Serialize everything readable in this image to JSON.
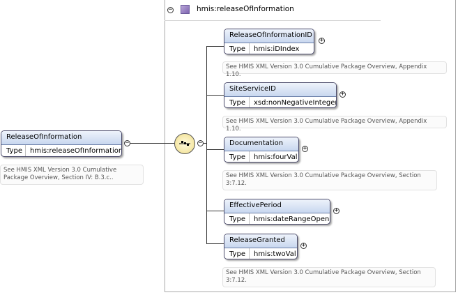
{
  "complex_type": {
    "name": "hmis:releaseOfInformation",
    "icon": "complex-type-icon"
  },
  "root": {
    "name": "ReleaseOfInformation",
    "type_label": "Type",
    "type_value": "hmis:releaseOfInformation",
    "annotation": "See HMIS XML Version 3.0 Cumulative Package Overview, Section IV: B.3.c.."
  },
  "compositor": {
    "icon": "sequence-icon"
  },
  "children": [
    {
      "name": "ReleaseOfInformationID",
      "type_label": "Type",
      "type_value": "hmis:iDIndex",
      "annotation": "See HMIS XML Version 3.0 Cumulative Package Overview, Appendix 1.10."
    },
    {
      "name": "SiteServiceID",
      "type_label": "Type",
      "type_value": "xsd:nonNegativeInteger",
      "annotation": "See HMIS XML Version 3.0 Cumulative Package Overview, Appendix 1.10."
    },
    {
      "name": "Documentation",
      "type_label": "Type",
      "type_value": "hmis:fourVal",
      "annotation": "See HMIS XML Version 3.0 Cumulative Package Overview, Section 3:7.12."
    },
    {
      "name": "EffectivePeriod",
      "type_label": "Type",
      "type_value": "hmis:dateRangeOpen",
      "annotation": ""
    },
    {
      "name": "ReleaseGranted",
      "type_label": "Type",
      "type_value": "hmis:twoVal",
      "annotation": "See HMIS XML Version 3.0 Cumulative Package Overview, Section 3:7.12."
    }
  ],
  "toggles": {
    "collapse": "−",
    "expand": "+"
  }
}
